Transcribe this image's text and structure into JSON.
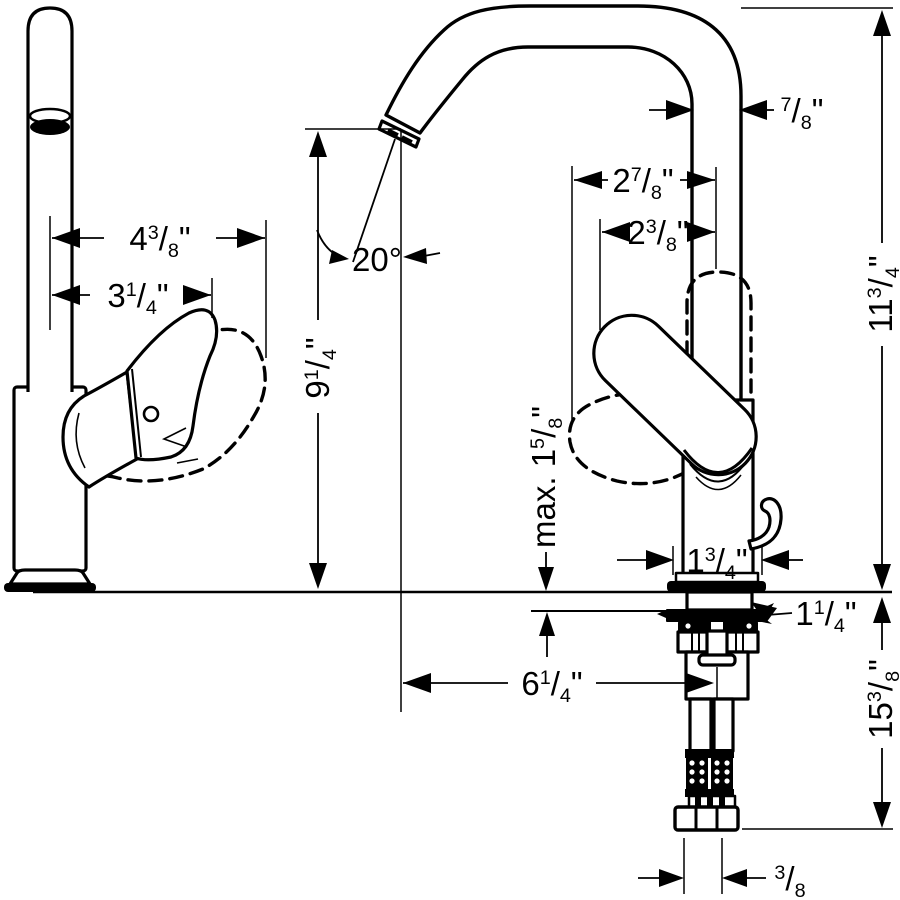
{
  "drawing": {
    "type": "faucet-installation-dimension-diagram",
    "colors": {
      "ink": "#000000",
      "paper": "#ffffff"
    },
    "labels": {
      "dim_4_3_8": "4 3/8\"",
      "dim_3_1_4": "3 1/4\"",
      "dim_7_8": "7/8\"",
      "dim_2_7_8": "2 7/8\"",
      "dim_2_3_8": "2 3/8\"",
      "dim_11_3_4": "11 3/4\"",
      "dim_9_1_4": "9 1/4\"",
      "angle_20": "20°",
      "dim_max_1_5_8": "max. 1 5/8\"",
      "dim_1_3_4": "1 3/4\"",
      "dim_1_1_4": "1 1/4\"",
      "dim_6_1_4": "6 1/4\"",
      "dim_15_3_8": "15 3/8\"",
      "dim_3_8": "3/8"
    }
  }
}
